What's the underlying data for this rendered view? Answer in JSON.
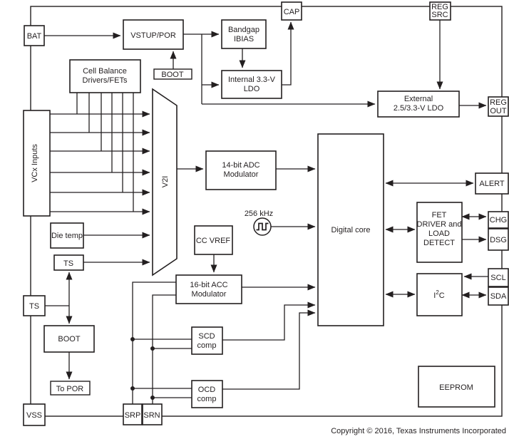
{
  "diagram": {
    "copyright": "Copyright © 2016, Texas Instruments Incorporated",
    "colors": {
      "line": "#231f20",
      "background": "#ffffff"
    },
    "pins": {
      "bat": "BAT",
      "cap": "CAP",
      "reg_src_line1": "REG",
      "reg_src_line2": "SRC",
      "reg_out_line1": "REG",
      "reg_out_line2": "OUT",
      "alert": "ALERT",
      "chg": "CHG",
      "dsg": "DSG",
      "scl": "SCL",
      "sda": "SDA",
      "ts": "TS",
      "vss": "VSS",
      "srp": "SRP",
      "srn": "SRN"
    },
    "blocks": {
      "vstup_por": "VSTUP/POR",
      "boot_top": "BOOT",
      "cell_balance_line1": "Cell Balance",
      "cell_balance_line2": "Drivers/FETs",
      "bandgap_line1": "Bandgap",
      "bandgap_line2": "IBIAS",
      "internal_ldo_line1": "Internal 3.3-V",
      "internal_ldo_line2": "LDO",
      "external_ldo_line1": "External",
      "external_ldo_line2": "2.5/3.3-V LDO",
      "vcx_inputs": "VCx Inputs",
      "v2i": "V2I",
      "die_temp": "Die temp",
      "ts_internal": "TS",
      "boot": "BOOT",
      "to_por": "To POR",
      "adc_line1": "14-bit ADC",
      "adc_line2": "Modulator",
      "cc_vref": "CC VREF",
      "osc_label": "256 kHz",
      "acc_line1": "16-bit ACC",
      "acc_line2": "Modulator",
      "scd_line1": "SCD",
      "scd_line2": "comp",
      "ocd_line1": "OCD",
      "ocd_line2": "comp",
      "digital_core": "Digital core",
      "fet_line1": "FET",
      "fet_line2": "DRIVER and",
      "fet_line3": "LOAD",
      "fet_line4": "DETECT",
      "i2c_base": "I",
      "i2c_sup": "2",
      "i2c_c": "C",
      "eeprom": "EEPROM"
    }
  }
}
